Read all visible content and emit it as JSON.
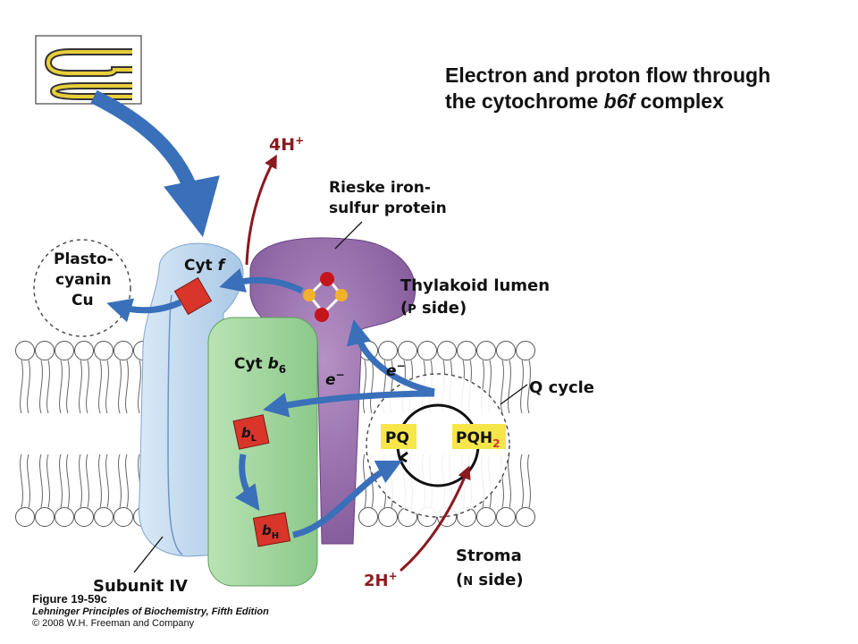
{
  "title": {
    "line1": "Electron and proton flow through",
    "line2_prefix": "the cytochrome ",
    "line2_italic": "b6f",
    "line2_suffix": " complex"
  },
  "labels": {
    "protons_out": "4H",
    "protons_out_sup": "+",
    "rieske_line1": "Rieske iron-",
    "rieske_line2": "sulfur protein",
    "lumen_line1": "Thylakoid lumen",
    "lumen_open": "(",
    "lumen_p": "P",
    "lumen_side": " side)",
    "plastocyanin_line1": "Plasto-",
    "plastocyanin_line2": "cyanin",
    "plastocyanin_line3": "Cu",
    "cytf": "Cyt ",
    "cytf_italic": "f",
    "cytb6": "Cyt ",
    "cytb6_italic": "b",
    "cytb6_sub": "6",
    "electron_1": "e",
    "electron_1_sup": "−",
    "electron_2": "e",
    "electron_2_sup": "−",
    "qcycle": "Q cycle",
    "pq": "PQ",
    "pqh2": "PQH",
    "pqh2_sub": "2",
    "bl": "b",
    "bl_sub": "L",
    "bh": "b",
    "bh_sub": "H",
    "subunit": "Subunit IV",
    "stroma_line1": "Stroma",
    "stroma_open": "(",
    "stroma_n": "N",
    "stroma_side": " side)",
    "protons_in": "2H",
    "protons_in_sup": "+"
  },
  "caption": {
    "figure": "Figure 19-59c",
    "book": "Lehninger Principles of Biochemistry, Fifth Edition",
    "copyright": "© 2008 W.H. Freeman and Company"
  },
  "colors": {
    "cyt_f": "#b9d6ee",
    "cyt_b6": "#9fd39c",
    "rieske": "#9a6fae",
    "arrow_blue": "#3a6fb9",
    "arrow_red": "#8a1a1f",
    "heme": "#d9352b",
    "pq_box": "#f6e64a"
  }
}
